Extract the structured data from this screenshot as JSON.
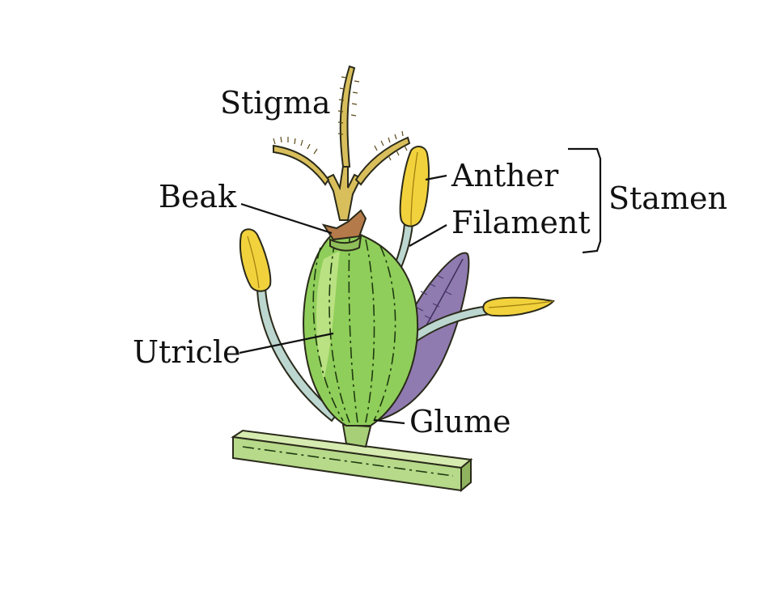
{
  "labels": {
    "stigma": "Stigma",
    "beak": "Beak",
    "anther": "Anther",
    "filament": "Filament",
    "stamen": "Stamen",
    "utricle": "Utricle",
    "glume": "Glume"
  },
  "colors": {
    "utricle_fill": "#8fce5a",
    "utricle_light": "#c4e68c",
    "stem_fill": "#b6d98a",
    "stigma_fill": "#d9bf5c",
    "anther_fill": "#f2d23c",
    "filament_fill": "#bcd6d0",
    "glume_fill": "#8f7bb0",
    "beak_fill": "#b57a4a"
  }
}
